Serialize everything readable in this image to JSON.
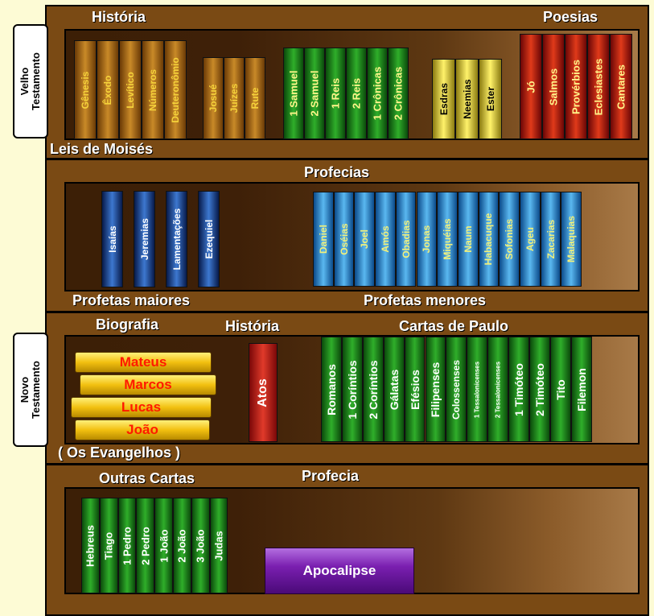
{
  "sections": {
    "ot_history": "História",
    "ot_poetry": "Poesias",
    "moses": "Leis de Moisés",
    "prophecies": "Profecias",
    "major_prophets": "Profetas maiores",
    "minor_prophets": "Profetas menores",
    "biography": "Biografia",
    "nt_history": "História",
    "paul_letters": "Cartas de Paulo",
    "gospels": "( Os Evangelhos )",
    "other_letters": "Outras Cartas",
    "prophecy": "Profecia"
  },
  "tabs": {
    "old_line1": "Velho",
    "old_line2": "Testamento",
    "new_line1": "Novo",
    "new_line2": "Testamento"
  },
  "books": {
    "pentateuch": [
      "Gênesis",
      "Êxodo",
      "Levítico",
      "Números",
      "Deuteronômio"
    ],
    "history1": [
      "Josué",
      "Juízes",
      "Rute"
    ],
    "history2": [
      "1 Samuel",
      "2 Samuel",
      "1 Reis",
      "2 Reis",
      "1 Crônicas",
      "2 Crônicas"
    ],
    "history3": [
      "Esdras",
      "Neemias",
      "Ester"
    ],
    "poetry": [
      "Jó",
      "Salmos",
      "Provérbios",
      "Eclesiastes",
      "Cantares"
    ],
    "major": [
      "Isaías",
      "Jeremias",
      "Lamentações",
      "Ezequiel"
    ],
    "minor": [
      "Daniel",
      "Oséias",
      "Joel",
      "Amós",
      "Obadias",
      "Jonas",
      "Miquéias",
      "Naum",
      "Habacuque",
      "Sofonias",
      "Ageu",
      "Zacarias",
      "Malaquias"
    ],
    "gospels": [
      "Mateus",
      "Marcos",
      "Lucas",
      "João"
    ],
    "acts": "Atos",
    "paul": [
      "Romanos",
      "1 Coríntios",
      "2 Coríntios",
      "Gálatas",
      "Efésios",
      "Filipenses",
      "Colossenses",
      "1 Tessalonicenses",
      "2 Tessalonicenses",
      "1 Timóteo",
      "2 Timóteo",
      "Tito",
      "Filemon"
    ],
    "general": [
      "Hebreus",
      "Tiago",
      "1 Pedro",
      "2 Pedro",
      "1 João",
      "2 João",
      "3 João",
      "Judas"
    ],
    "revelation": "Apocalipse"
  }
}
